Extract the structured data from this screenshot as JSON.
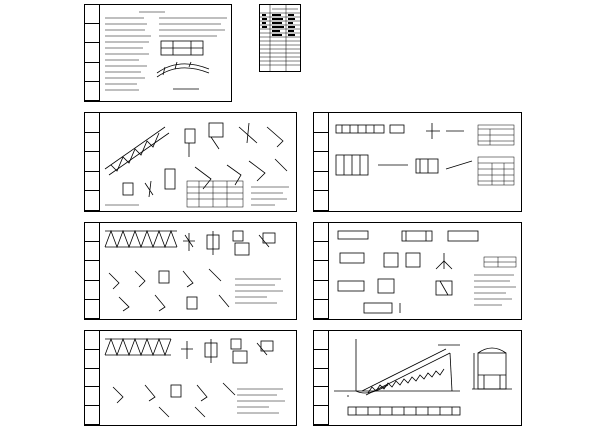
{
  "watermark": {
    "text": "",
    "subtext": ""
  },
  "sheets": [
    {
      "id": "notes"
    },
    {
      "id": "index-table"
    },
    {
      "id": "truss-details-1"
    },
    {
      "id": "beam-details"
    },
    {
      "id": "truss-details-2"
    },
    {
      "id": "connection-details"
    },
    {
      "id": "truss-details-3"
    },
    {
      "id": "stair-elevation"
    }
  ]
}
